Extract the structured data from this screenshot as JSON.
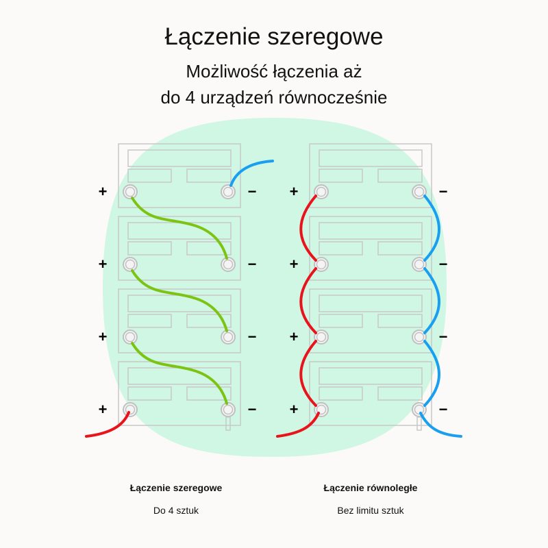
{
  "title": "Łączenie szeregowe",
  "subtitle_line1": "Możliwość łączenia aż",
  "subtitle_line2": "do 4 urządzeń równocześnie",
  "plus_sign": "+",
  "minus_sign": "−",
  "colors": {
    "background": "#fbfaf8",
    "blob": "#cff7e4",
    "battery_outline": "#c8c8c8",
    "series_wire": "#7cc414",
    "positive_wire": "#e8141c",
    "negative_wire": "#1a9ff0"
  },
  "series": {
    "label": "Łączenie szeregowe",
    "note": "Do 4 sztuk",
    "battery_count": 4
  },
  "parallel": {
    "label": "Łączenie równoległe",
    "note": "Bez limitu sztuk",
    "battery_count": 4
  }
}
